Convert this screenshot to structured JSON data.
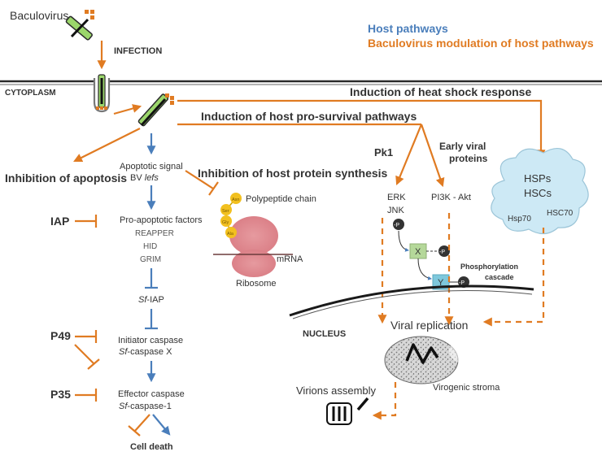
{
  "legend": {
    "host": "Host pathways",
    "modulation": "Baculovirus modulation of host pathways",
    "host_color": "#4a7ebb",
    "modulation_color": "#e07b22"
  },
  "labels": {
    "baculovirus": "Baculovirus",
    "infection": "INFECTION",
    "cytoplasm": "CYTOPLASM",
    "nucleus": "NUCLEUS",
    "heat_shock": "Induction of heat shock response",
    "pro_survival": "Induction of host pro-survival pathways",
    "inhibition_synthesis": "Inhibition of host protein synthesis",
    "inhibition_apoptosis": "Inhibition of apoptosis",
    "apoptotic_signal": "Apoptotic signal",
    "bv": "BV",
    "lefs": "lefs",
    "pro_apoptotic": "Pro-apoptotic factors",
    "reapper": "REAPPER",
    "hid": "HID",
    "grim": "GRIM",
    "sf_prefix": "Sf",
    "iap_suffix": "-IAP",
    "initiator": "Initiator caspase",
    "caspase_x": "-caspase X",
    "effector": "Effector caspase",
    "caspase_1": "-caspase-1",
    "cell_death": "Cell death",
    "iap": "IAP",
    "p49": "P49",
    "p35": "P35",
    "polypeptide": "Polypeptide chain",
    "mrna": "mRNA",
    "ribosome": "Ribosome",
    "asn": "Asn",
    "ser": "Ser",
    "gly": "Gly",
    "ala": "Ala",
    "pk1": "Pk1",
    "early_viral": "Early viral",
    "proteins": "proteins",
    "erk": "ERK",
    "jnk": "JNK",
    "pi3k": "PI3K - Akt",
    "p": "-P",
    "x": "X",
    "y": "Y",
    "phospho1": "Phosphorylation",
    "phospho2": "cascade",
    "hsps": "HSPs",
    "hscs": "HSCs",
    "hsp70": "Hsp70",
    "hsc70": "HSC70",
    "viral_replication": "Viral replication",
    "virogenic": "Virogenic stroma",
    "virions": "Virions assembly"
  }
}
